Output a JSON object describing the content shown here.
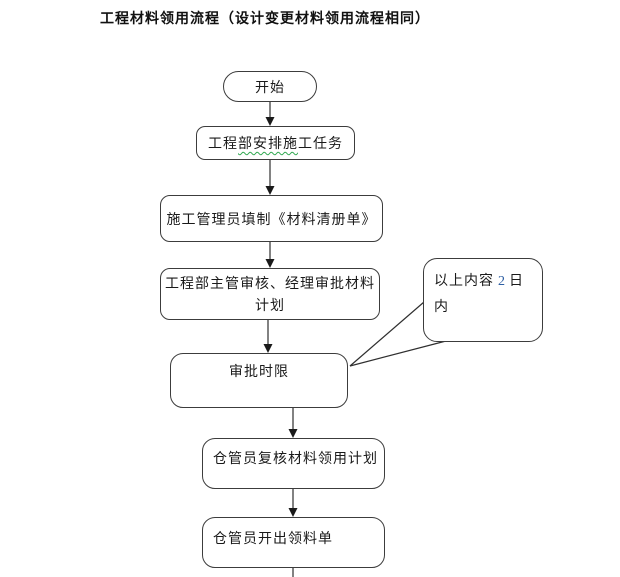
{
  "title": "工程材料领用流程（设计变更材料领用流程相同）",
  "flowchart": {
    "start": {
      "label": "开始"
    },
    "step1": {
      "text_prefix": "工程",
      "text_flagged": "部安排施",
      "text_suffix": "工任务"
    },
    "step2": {
      "label": "施工管理员填制《材料清册单》"
    },
    "step3": {
      "label": "工程部主管审核、经理审批材料计划"
    },
    "step4": {
      "label": "审批时限"
    },
    "step5": {
      "label": "仓管员复核材料领用计划"
    },
    "step6": {
      "label": "仓管员开出领料单"
    },
    "callout": {
      "text_before": "以上内容",
      "days": "2",
      "text_after": "日内"
    }
  },
  "colors": {
    "shape_border": "#3c3c3c",
    "connector_line": "#2f2f2f",
    "arrowhead": "#1a1a1a",
    "accent_number": "#2e5fa3",
    "spellcheck_underline": "#2fa84f"
  }
}
